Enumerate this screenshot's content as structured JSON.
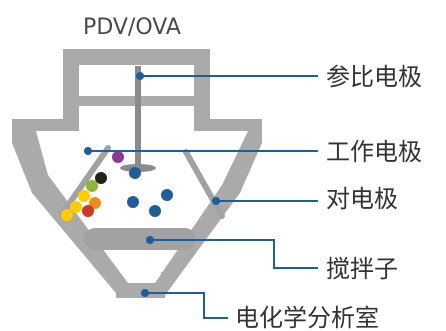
{
  "diagram": {
    "title": "PDV/OVA",
    "labels": {
      "reference": "参比电极",
      "working": "工作电极",
      "counter": "对电极",
      "stir_bar": "搅拌子",
      "chamber": "电化学分析室"
    },
    "colors": {
      "cell_body": "#aaaaaa",
      "cell_frame": "#a2a2a2",
      "leader_line": "#1f5e96",
      "label_text": "#333333",
      "stir_bar": "#a2a2a2",
      "particle_blue": "#1f5e96",
      "particle_yellow": "#ffcc00",
      "particle_orange": "#f08c1c",
      "particle_red": "#c83a2a",
      "particle_green": "#8db53a",
      "particle_black": "#222222",
      "particle_purple": "#8b3c92"
    }
  }
}
